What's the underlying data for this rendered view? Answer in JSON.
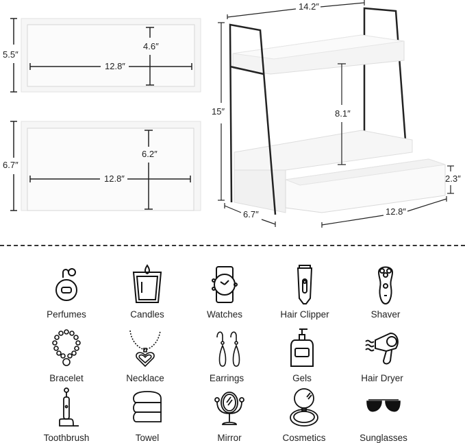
{
  "top_panel_1": {
    "height_outer": "5.5″",
    "height_inner": "4.6″",
    "width": "12.8″"
  },
  "top_panel_2": {
    "height_outer": "6.7″",
    "height_inner": "6.2″",
    "width": "12.8″"
  },
  "product_view": {
    "width_top": "14.2″",
    "height_total": "15″",
    "shelf_gap": "8.1″",
    "drawer_height": "2.3″",
    "depth": "6.7″",
    "drawer_width": "12.8″"
  },
  "uses": {
    "row1": [
      {
        "label": "Perfumes",
        "icon": "perfume-icon"
      },
      {
        "label": "Candles",
        "icon": "candle-icon"
      },
      {
        "label": "Watches",
        "icon": "watch-icon"
      },
      {
        "label": "Hair Clipper",
        "icon": "hair-clipper-icon"
      },
      {
        "label": "Shaver",
        "icon": "shaver-icon"
      }
    ],
    "row2": [
      {
        "label": "Bracelet",
        "icon": "bracelet-icon"
      },
      {
        "label": "Necklace",
        "icon": "necklace-icon"
      },
      {
        "label": "Earrings",
        "icon": "earrings-icon"
      },
      {
        "label": "Gels",
        "icon": "gel-bottle-icon"
      },
      {
        "label": "Hair Dryer",
        "icon": "hair-dryer-icon"
      }
    ],
    "row3": [
      {
        "label": "Toothbrush",
        "icon": "toothbrush-icon"
      },
      {
        "label": "Towel",
        "icon": "towel-icon"
      },
      {
        "label": "Mirror",
        "icon": "mirror-icon"
      },
      {
        "label": "Cosmetics",
        "icon": "compact-icon"
      },
      {
        "label": "Sunglasses",
        "icon": "sunglasses-icon"
      }
    ]
  }
}
